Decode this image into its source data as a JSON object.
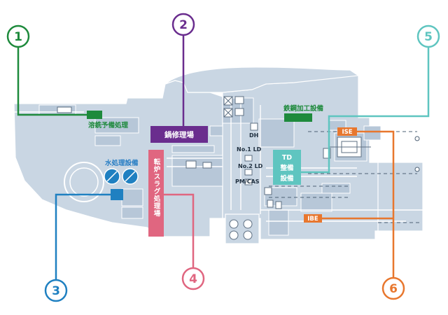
{
  "colors": {
    "plant_base": "#c9d6e3",
    "building": "#b7c7d8",
    "c1": "#1e8a3c",
    "c2": "#6a2d8e",
    "c3": "#1f80c1",
    "c4": "#e06680",
    "c5": "#5fc5c0",
    "c6": "#e8772e"
  },
  "callouts": [
    {
      "num": "1",
      "color": "#1e8a3c"
    },
    {
      "num": "2",
      "color": "#6a2d8e"
    },
    {
      "num": "3",
      "color": "#1f80c1"
    },
    {
      "num": "4",
      "color": "#e06680"
    },
    {
      "num": "5",
      "color": "#5fc5c0"
    },
    {
      "num": "6",
      "color": "#e8772e"
    }
  ],
  "labels": {
    "hot_metal_pretreatment": "溶銑予備処理",
    "ladle_repair": "鍋修理場",
    "water_treatment": "水処理設備",
    "slag_processing": "転炉スラグ処理場",
    "steel_processing": "鉄鋼加工設備",
    "td_line1": "TD",
    "td_line2": "整備",
    "td_line3": "設備",
    "dh": "DH",
    "no1_ld": "No.1 LD",
    "no2_ld": "No.2 LD",
    "pm_cas": "PM/CAS",
    "ise": "ISE",
    "ibe": "IBE"
  }
}
